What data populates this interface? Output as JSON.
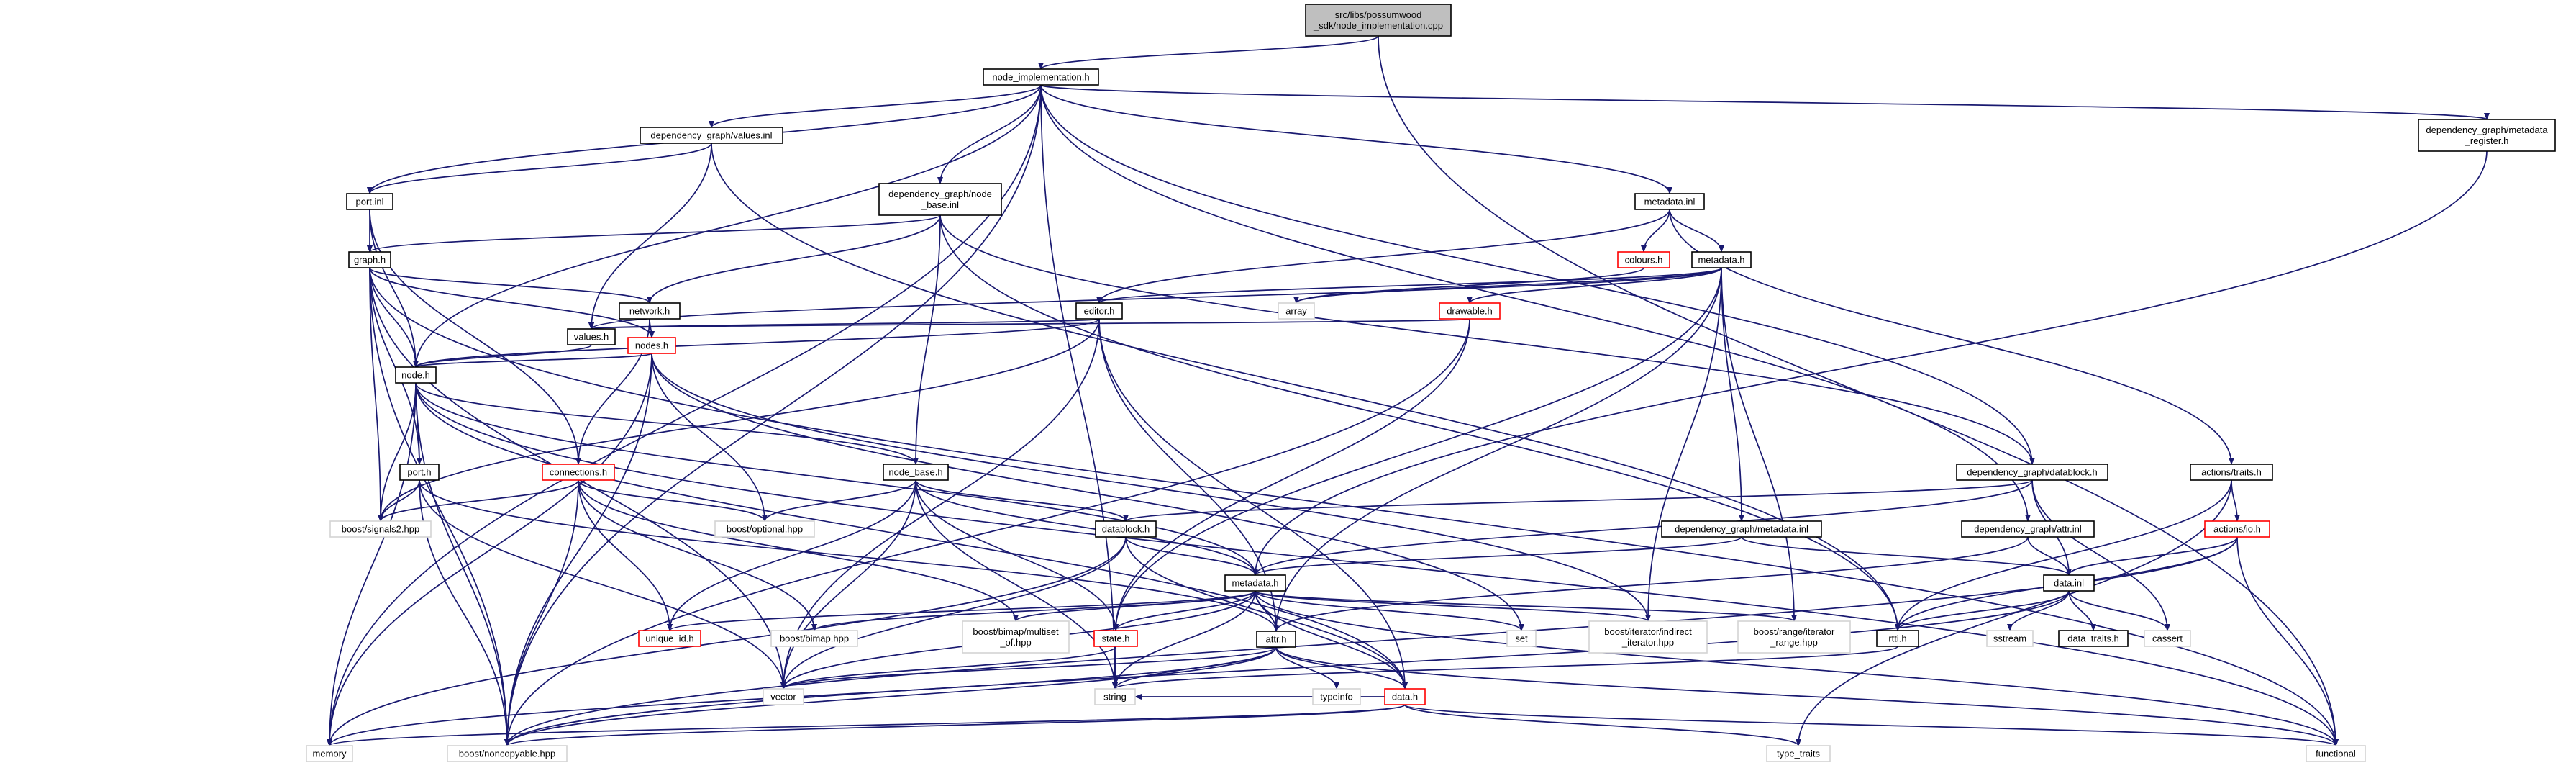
{
  "colors": {
    "edge": "#191970",
    "normal_border": "#000000",
    "missing_border": "#d3d3d3",
    "has_more_border": "#ff0000",
    "root_fill": "#bfbfbf",
    "fill": "#ffffff",
    "text": "#000000"
  },
  "nodes": [
    {
      "id": "root",
      "lines": [
        "src/libs/possumwood",
        "_sdk/node_implementation.cpp"
      ],
      "style": "root"
    },
    {
      "id": "node_impl",
      "lines": [
        "node_implementation.h"
      ],
      "style": "normal"
    },
    {
      "id": "values_inl",
      "lines": [
        "dependency_graph/values.inl"
      ],
      "style": "normal"
    },
    {
      "id": "metadata_register",
      "lines": [
        "dependency_graph/metadata",
        "_register.h"
      ],
      "style": "normal"
    },
    {
      "id": "port_inl",
      "lines": [
        "port.inl"
      ],
      "style": "normal"
    },
    {
      "id": "node_base_inl",
      "lines": [
        "dependency_graph/node",
        "_base.inl"
      ],
      "style": "normal"
    },
    {
      "id": "metadata_inl",
      "lines": [
        "metadata.inl"
      ],
      "style": "normal"
    },
    {
      "id": "graph_h",
      "lines": [
        "graph.h"
      ],
      "style": "normal"
    },
    {
      "id": "colours_h",
      "lines": [
        "colours.h"
      ],
      "style": "red"
    },
    {
      "id": "metadata_h_top",
      "lines": [
        "metadata.h"
      ],
      "style": "normal"
    },
    {
      "id": "network_h",
      "lines": [
        "network.h"
      ],
      "style": "normal"
    },
    {
      "id": "editor_h",
      "lines": [
        "editor.h"
      ],
      "style": "normal"
    },
    {
      "id": "array",
      "lines": [
        "array"
      ],
      "style": "gray"
    },
    {
      "id": "drawable_h",
      "lines": [
        "drawable.h"
      ],
      "style": "red"
    },
    {
      "id": "values_h",
      "lines": [
        "values.h"
      ],
      "style": "normal"
    },
    {
      "id": "nodes_h",
      "lines": [
        "nodes.h"
      ],
      "style": "red"
    },
    {
      "id": "node_h",
      "lines": [
        "node.h"
      ],
      "style": "normal"
    },
    {
      "id": "port_h",
      "lines": [
        "port.h"
      ],
      "style": "normal"
    },
    {
      "id": "connections_h",
      "lines": [
        "connections.h"
      ],
      "style": "red"
    },
    {
      "id": "node_base_h",
      "lines": [
        "node_base.h"
      ],
      "style": "normal"
    },
    {
      "id": "dg_datablock_h",
      "lines": [
        "dependency_graph/datablock.h"
      ],
      "style": "normal"
    },
    {
      "id": "actions_traits_h",
      "lines": [
        "actions/traits.h"
      ],
      "style": "normal"
    },
    {
      "id": "boost_signals2",
      "lines": [
        "boost/signals2.hpp"
      ],
      "style": "gray"
    },
    {
      "id": "boost_optional",
      "lines": [
        "boost/optional.hpp"
      ],
      "style": "gray"
    },
    {
      "id": "datablock_h",
      "lines": [
        "datablock.h"
      ],
      "style": "normal"
    },
    {
      "id": "dg_metadata_inl",
      "lines": [
        "dependency_graph/metadata.inl"
      ],
      "style": "normal"
    },
    {
      "id": "dg_attr_inl",
      "lines": [
        "dependency_graph/attr.inl"
      ],
      "style": "normal"
    },
    {
      "id": "actions_io_h",
      "lines": [
        "actions/io.h"
      ],
      "style": "red"
    },
    {
      "id": "metadata_h",
      "lines": [
        "metadata.h"
      ],
      "style": "normal"
    },
    {
      "id": "data_inl",
      "lines": [
        "data.inl"
      ],
      "style": "normal"
    },
    {
      "id": "unique_id_h",
      "lines": [
        "unique_id.h"
      ],
      "style": "red"
    },
    {
      "id": "boost_bimap",
      "lines": [
        "boost/bimap.hpp"
      ],
      "style": "gray"
    },
    {
      "id": "boost_bimap_multiset",
      "lines": [
        "boost/bimap/multiset",
        "_of.hpp"
      ],
      "style": "gray"
    },
    {
      "id": "state_h",
      "lines": [
        "state.h"
      ],
      "style": "red"
    },
    {
      "id": "set",
      "lines": [
        "set"
      ],
      "style": "gray"
    },
    {
      "id": "boost_iterator_indirect",
      "lines": [
        "boost/iterator/indirect",
        "_iterator.hpp"
      ],
      "style": "gray"
    },
    {
      "id": "boost_range_iterator",
      "lines": [
        "boost/range/iterator",
        "_range.hpp"
      ],
      "style": "gray"
    },
    {
      "id": "rtti_h",
      "lines": [
        "rtti.h"
      ],
      "style": "normal"
    },
    {
      "id": "sstream",
      "lines": [
        "sstream"
      ],
      "style": "gray"
    },
    {
      "id": "data_traits_h",
      "lines": [
        "data_traits.h"
      ],
      "style": "normal"
    },
    {
      "id": "cassert",
      "lines": [
        "cassert"
      ],
      "style": "gray"
    },
    {
      "id": "attr_h",
      "lines": [
        "attr.h"
      ],
      "style": "normal"
    },
    {
      "id": "vector",
      "lines": [
        "vector"
      ],
      "style": "gray"
    },
    {
      "id": "string",
      "lines": [
        "string"
      ],
      "style": "gray"
    },
    {
      "id": "typeinfo",
      "lines": [
        "typeinfo"
      ],
      "style": "gray"
    },
    {
      "id": "data_h",
      "lines": [
        "data.h"
      ],
      "style": "red"
    },
    {
      "id": "memory",
      "lines": [
        "memory"
      ],
      "style": "gray"
    },
    {
      "id": "boost_noncopyable",
      "lines": [
        "boost/noncopyable.hpp"
      ],
      "style": "gray"
    },
    {
      "id": "type_traits",
      "lines": [
        "type_traits"
      ],
      "style": "gray"
    },
    {
      "id": "functional",
      "lines": [
        "functional"
      ],
      "style": "gray"
    }
  ],
  "edges": [
    [
      "root",
      "node_impl"
    ],
    [
      "root",
      "functional"
    ],
    [
      "node_impl",
      "values_inl"
    ],
    [
      "node_impl",
      "metadata_register"
    ],
    [
      "node_impl",
      "port_inl"
    ],
    [
      "node_impl",
      "node_base_inl"
    ],
    [
      "node_impl",
      "metadata_inl"
    ],
    [
      "node_impl",
      "node_h"
    ],
    [
      "node_impl",
      "dg_datablock_h"
    ],
    [
      "node_impl",
      "dg_attr_inl"
    ],
    [
      "node_impl",
      "string"
    ],
    [
      "node_impl",
      "memory"
    ],
    [
      "node_impl",
      "boost_noncopyable"
    ],
    [
      "values_inl",
      "port_inl"
    ],
    [
      "values_inl",
      "values_h"
    ],
    [
      "values_inl",
      "rtti_h"
    ],
    [
      "metadata_register",
      "metadata_h"
    ],
    [
      "port_inl",
      "graph_h"
    ],
    [
      "port_inl",
      "node_h"
    ],
    [
      "port_inl",
      "connections_h"
    ],
    [
      "node_base_inl",
      "graph_h"
    ],
    [
      "node_base_inl",
      "network_h"
    ],
    [
      "node_base_inl",
      "node_base_h"
    ],
    [
      "node_base_inl",
      "dg_datablock_h"
    ],
    [
      "node_base_inl",
      "rtti_h"
    ],
    [
      "metadata_inl",
      "metadata_h_top"
    ],
    [
      "metadata_inl",
      "colours_h"
    ],
    [
      "metadata_inl",
      "editor_h"
    ],
    [
      "metadata_inl",
      "actions_traits_h"
    ],
    [
      "graph_h",
      "network_h"
    ],
    [
      "graph_h",
      "node_h"
    ],
    [
      "graph_h",
      "nodes_h"
    ],
    [
      "graph_h",
      "port_h"
    ],
    [
      "graph_h",
      "boost_signals2"
    ],
    [
      "graph_h",
      "functional"
    ],
    [
      "graph_h",
      "vector"
    ],
    [
      "graph_h",
      "boost_noncopyable"
    ],
    [
      "colours_h",
      "array"
    ],
    [
      "metadata_h_top",
      "array"
    ],
    [
      "metadata_h_top",
      "drawable_h"
    ],
    [
      "metadata_h_top",
      "editor_h"
    ],
    [
      "metadata_h_top",
      "dg_metadata_inl"
    ],
    [
      "metadata_h_top",
      "attr_h"
    ],
    [
      "metadata_h_top",
      "boost_range_iterator"
    ],
    [
      "metadata_h_top",
      "boost_iterator_indirect"
    ],
    [
      "metadata_h_top",
      "state_h"
    ],
    [
      "metadata_h_top",
      "values_h"
    ],
    [
      "network_h",
      "nodes_h"
    ],
    [
      "network_h",
      "connections_h"
    ],
    [
      "editor_h",
      "values_h"
    ],
    [
      "editor_h",
      "node_h"
    ],
    [
      "editor_h",
      "attr_h"
    ],
    [
      "editor_h",
      "data_h"
    ],
    [
      "editor_h",
      "boost_signals2"
    ],
    [
      "editor_h",
      "vector"
    ],
    [
      "drawable_h",
      "values_h"
    ],
    [
      "drawable_h",
      "state_h"
    ],
    [
      "drawable_h",
      "boost_noncopyable"
    ],
    [
      "values_h",
      "node_h"
    ],
    [
      "nodes_h",
      "node_h"
    ],
    [
      "nodes_h",
      "boost_optional"
    ],
    [
      "nodes_h",
      "boost_iterator_indirect"
    ],
    [
      "nodes_h",
      "boost_noncopyable"
    ],
    [
      "nodes_h",
      "set"
    ],
    [
      "nodes_h",
      "memory"
    ],
    [
      "node_h",
      "port_h"
    ],
    [
      "node_h",
      "node_base_h"
    ],
    [
      "node_h",
      "metadata_h"
    ],
    [
      "node_h",
      "boost_signals2"
    ],
    [
      "node_h",
      "boost_noncopyable"
    ],
    [
      "node_h",
      "functional"
    ],
    [
      "node_h",
      "memory"
    ],
    [
      "node_h",
      "data_h"
    ],
    [
      "port_h",
      "boost_signals2"
    ],
    [
      "port_h",
      "attr_h"
    ],
    [
      "port_h",
      "boost_noncopyable"
    ],
    [
      "port_h",
      "vector"
    ],
    [
      "connections_h",
      "boost_signals2"
    ],
    [
      "connections_h",
      "boost_optional"
    ],
    [
      "connections_h",
      "boost_bimap"
    ],
    [
      "connections_h",
      "boost_bimap_multiset"
    ],
    [
      "connections_h",
      "unique_id_h"
    ],
    [
      "connections_h",
      "boost_noncopyable"
    ],
    [
      "node_base_h",
      "boost_optional"
    ],
    [
      "node_base_h",
      "datablock_h"
    ],
    [
      "node_base_h",
      "metadata_h"
    ],
    [
      "node_base_h",
      "state_h"
    ],
    [
      "node_base_h",
      "unique_id_h"
    ],
    [
      "node_base_h",
      "string"
    ],
    [
      "node_base_h",
      "vector"
    ],
    [
      "dg_datablock_h",
      "datablock_h"
    ],
    [
      "dg_datablock_h",
      "data_inl"
    ],
    [
      "dg_datablock_h",
      "metadata_h"
    ],
    [
      "dg_datablock_h",
      "cassert"
    ],
    [
      "actions_traits_h",
      "actions_io_h"
    ],
    [
      "actions_traits_h",
      "type_traits"
    ],
    [
      "actions_traits_h",
      "rtti_h"
    ],
    [
      "datablock_h",
      "metadata_h"
    ],
    [
      "datablock_h",
      "data_h"
    ],
    [
      "datablock_h",
      "vector"
    ],
    [
      "datablock_h",
      "memory"
    ],
    [
      "dg_metadata_inl",
      "metadata_h"
    ],
    [
      "dg_metadata_inl",
      "data_inl"
    ],
    [
      "dg_attr_inl",
      "attr_h"
    ],
    [
      "dg_attr_inl",
      "data_inl"
    ],
    [
      "actions_io_h",
      "data_inl"
    ],
    [
      "actions_io_h",
      "rtti_h"
    ],
    [
      "actions_io_h",
      "functional"
    ],
    [
      "actions_io_h",
      "boost_noncopyable"
    ],
    [
      "metadata_h",
      "unique_id_h"
    ],
    [
      "metadata_h",
      "boost_bimap"
    ],
    [
      "metadata_h",
      "boost_bimap_multiset"
    ],
    [
      "metadata_h",
      "state_h"
    ],
    [
      "metadata_h",
      "set"
    ],
    [
      "metadata_h",
      "boost_iterator_indirect"
    ],
    [
      "metadata_h",
      "boost_range_iterator"
    ],
    [
      "metadata_h",
      "attr_h"
    ],
    [
      "metadata_h",
      "data_h"
    ],
    [
      "metadata_h",
      "vector"
    ],
    [
      "metadata_h",
      "string"
    ],
    [
      "metadata_h",
      "functional"
    ],
    [
      "data_inl",
      "rtti_h"
    ],
    [
      "data_inl",
      "sstream"
    ],
    [
      "data_inl",
      "data_traits_h"
    ],
    [
      "data_inl",
      "cassert"
    ],
    [
      "data_inl",
      "boost_noncopyable"
    ],
    [
      "rtti_h",
      "string"
    ],
    [
      "state_h",
      "vector"
    ],
    [
      "state_h",
      "string"
    ],
    [
      "attr_h",
      "string"
    ],
    [
      "attr_h",
      "typeinfo"
    ],
    [
      "attr_h",
      "data_h"
    ],
    [
      "attr_h",
      "memory"
    ],
    [
      "attr_h",
      "functional"
    ],
    [
      "attr_h",
      "vector"
    ],
    [
      "attr_h",
      "boost_noncopyable"
    ],
    [
      "data_h",
      "memory"
    ],
    [
      "data_h",
      "type_traits"
    ],
    [
      "data_h",
      "functional"
    ],
    [
      "data_h",
      "boost_noncopyable"
    ],
    [
      "data_h",
      "string"
    ]
  ]
}
